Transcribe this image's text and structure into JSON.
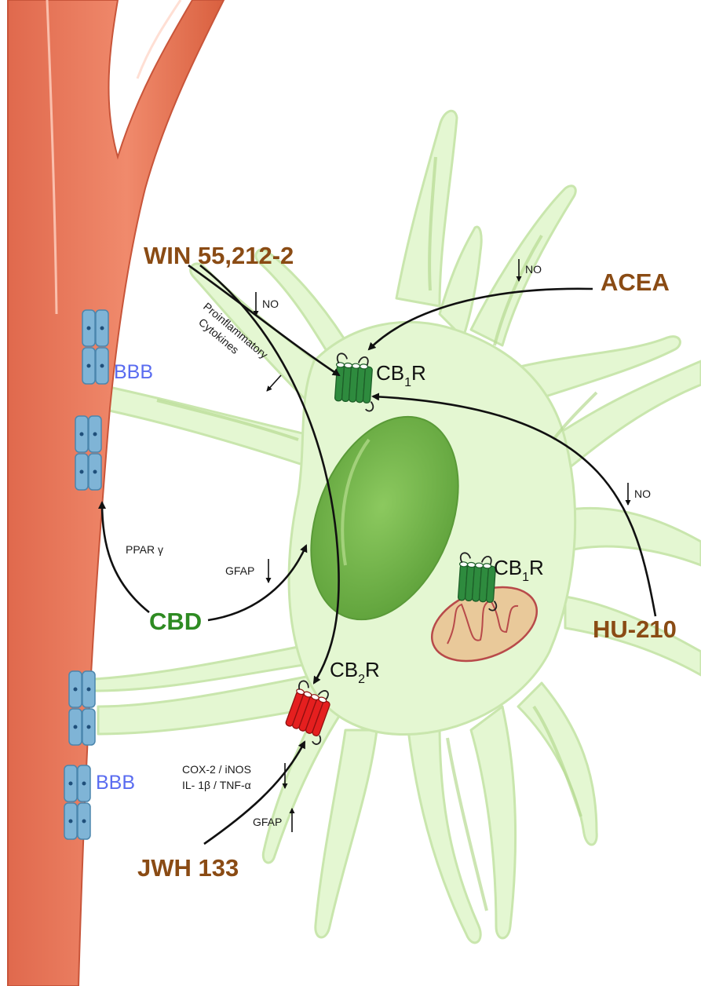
{
  "colors": {
    "vessel": "#ec7a5e",
    "astrocyte": "#e4f7d2",
    "nucleus": "#7ab84e",
    "bbb_cells": "#7fb4d6",
    "cb1_receptor": "#2e8b3e",
    "cb2_receptor": "#e51f1f",
    "mitochondrion": "#e9c99a",
    "drug_label": "#8a4b14",
    "cbd_label": "#2e8b22",
    "bbb_label": "#5a6cf0"
  },
  "labels": {
    "win": "WIN 55,212-2",
    "acea": "ACEA",
    "hu210": "HU-210",
    "cbd": "CBD",
    "jwh": "JWH 133",
    "bbb_top": "BBB",
    "bbb_bottom": "BBB",
    "cb1_top": {
      "prefix": "CB",
      "sub": "1",
      "suffix": "R"
    },
    "cb1_mito": {
      "prefix": "CB",
      "sub": "1",
      "suffix": "R"
    },
    "cb2": {
      "prefix": "CB",
      "sub": "2",
      "suffix": "R"
    },
    "no_win": "NO",
    "no_acea": "NO",
    "no_hu": "NO",
    "proinflammatory": "Proinflammatory",
    "cytokines": "Cytokines",
    "ppar": "PPAR γ",
    "gfap_cbd": "GFAP",
    "gfap_jwh": "GFAP",
    "cox": "COX-2 / iNOS",
    "il": "IL- 1β / TNF-α"
  }
}
